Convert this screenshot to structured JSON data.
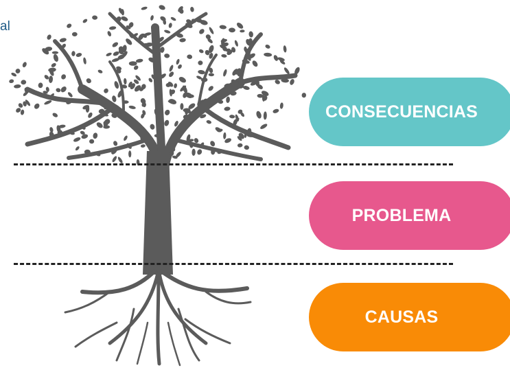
{
  "corner_text": "al",
  "labels": {
    "consecuencias": "CONSECUENCIAS",
    "problema": "PROBLEMA",
    "causas": "CAUSAS"
  },
  "colors": {
    "consecuencias": "#64c6c8",
    "problema": "#e7588d",
    "causas": "#f98b06",
    "tree": "#5b5b5b",
    "dashes": "#222222"
  },
  "icons": {
    "tree": "tree-with-roots-icon"
  }
}
